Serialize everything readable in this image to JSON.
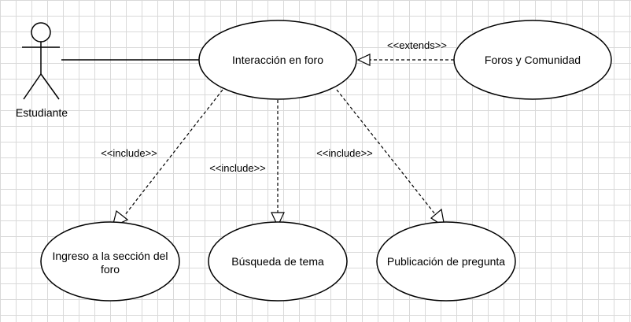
{
  "actor": {
    "name": "Estudiante"
  },
  "use_cases": {
    "main": "Interacción en foro",
    "forums": "Foros y Comunidad",
    "ingreso_line1": "Ingreso a la sección del",
    "ingreso_line2": "foro",
    "busqueda": "Búsqueda de tema",
    "publicacion": "Publicación de pregunta"
  },
  "relations": {
    "extends": "<<extends>>",
    "include_ingreso": "<<include>>",
    "include_busqueda": "<<include>>",
    "include_publicacion": "<<include>>"
  }
}
